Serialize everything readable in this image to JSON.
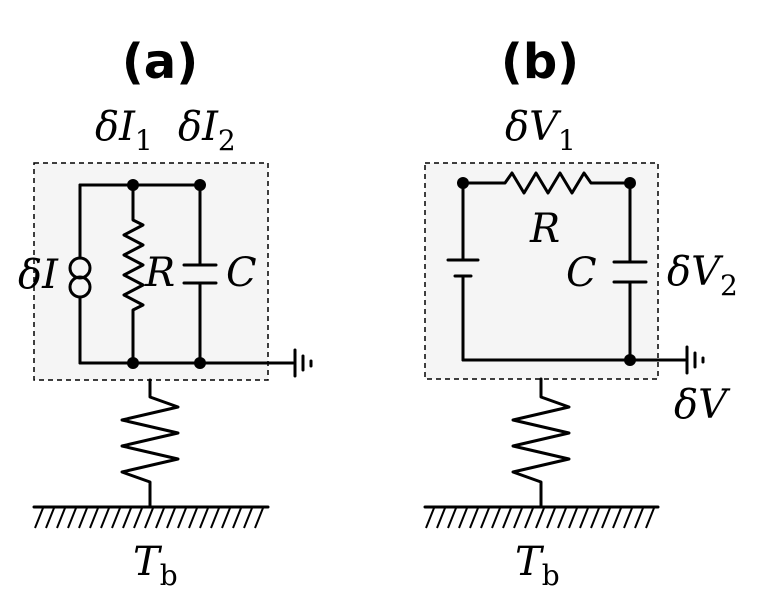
{
  "panels": {
    "a": {
      "label": "(a)",
      "top_left": {
        "main": "δI",
        "sub": "1"
      },
      "top_right": {
        "main": "δI",
        "sub": "2"
      },
      "source": "δI",
      "resistor": "R",
      "capacitor": "C",
      "bath": {
        "main": "T",
        "sub": "b"
      }
    },
    "b": {
      "label": "(b)",
      "top": {
        "main": "δV",
        "sub": "1"
      },
      "resistor": "R",
      "capacitor": "C",
      "right": {
        "main": "δV",
        "sub": "2"
      },
      "ground": "δV",
      "bath": {
        "main": "T",
        "sub": "b"
      }
    }
  }
}
